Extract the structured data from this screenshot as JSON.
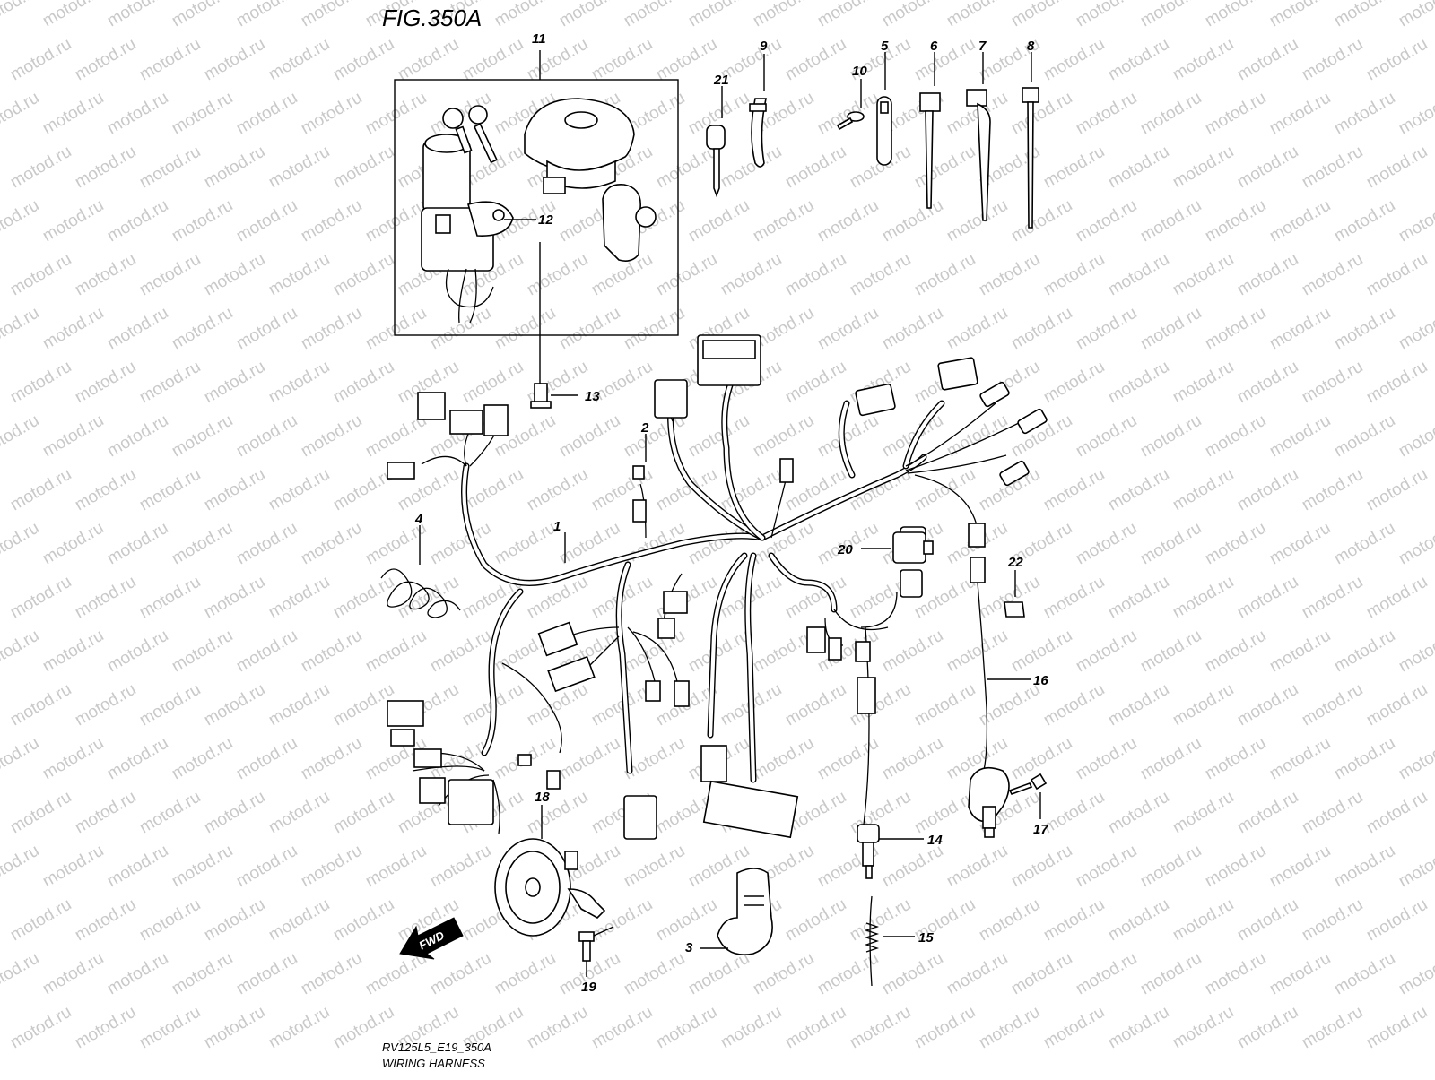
{
  "figure": {
    "title": "FIG.350A",
    "model_code": "RV125L5_E19_350A",
    "caption": "WIRING HARNESS",
    "direction_label": "FWD",
    "watermark": "motod.ru"
  },
  "callouts": [
    {
      "id": "c1",
      "number": "1",
      "part": "wiring-harness"
    },
    {
      "id": "c2",
      "number": "2",
      "part": "fuse"
    },
    {
      "id": "c3",
      "number": "3",
      "part": "rubber-boot"
    },
    {
      "id": "c4",
      "number": "4",
      "part": "coil-wire"
    },
    {
      "id": "c5",
      "number": "5",
      "part": "clamp-band"
    },
    {
      "id": "c6",
      "number": "6",
      "part": "clamp-clip"
    },
    {
      "id": "c7",
      "number": "7",
      "part": "cable-tie"
    },
    {
      "id": "c8",
      "number": "8",
      "part": "cable-tie-long"
    },
    {
      "id": "c9",
      "number": "9",
      "part": "wire-clip"
    },
    {
      "id": "c10",
      "number": "10",
      "part": "screw"
    },
    {
      "id": "c11",
      "number": "11",
      "part": "ignition-switch-set"
    },
    {
      "id": "c12",
      "number": "12",
      "part": "ignition-switch"
    },
    {
      "id": "c13",
      "number": "13",
      "part": "bolt"
    },
    {
      "id": "c14",
      "number": "14",
      "part": "sensor"
    },
    {
      "id": "c15",
      "number": "15",
      "part": "spring"
    },
    {
      "id": "c16",
      "number": "16",
      "part": "side-stand-switch"
    },
    {
      "id": "c17",
      "number": "17",
      "part": "screw"
    },
    {
      "id": "c18",
      "number": "18",
      "part": "horn"
    },
    {
      "id": "c19",
      "number": "19",
      "part": "bolt"
    },
    {
      "id": "c20",
      "number": "20",
      "part": "relay"
    },
    {
      "id": "c21",
      "number": "21",
      "part": "key"
    },
    {
      "id": "c22",
      "number": "22",
      "part": "label"
    }
  ]
}
